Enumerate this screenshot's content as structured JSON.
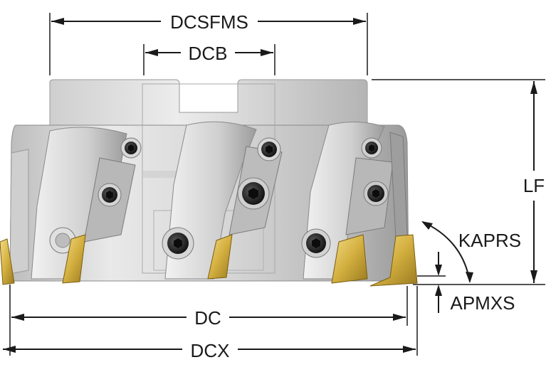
{
  "dimensions": {
    "dcsfms": "DCSFMS",
    "dcb": "DCB",
    "lf": "LF",
    "kaprs": "KAPRS",
    "apmxs": "APMXS",
    "dc": "DC",
    "dcx": "DCX"
  },
  "colors": {
    "body_light": "#e2e2e2",
    "body_mid": "#c4c4c4",
    "body_dark": "#8e8e8e",
    "insert_gold": "#d8b84a",
    "screw_dark": "#2a2a2a",
    "line": "#1a1a1a"
  }
}
